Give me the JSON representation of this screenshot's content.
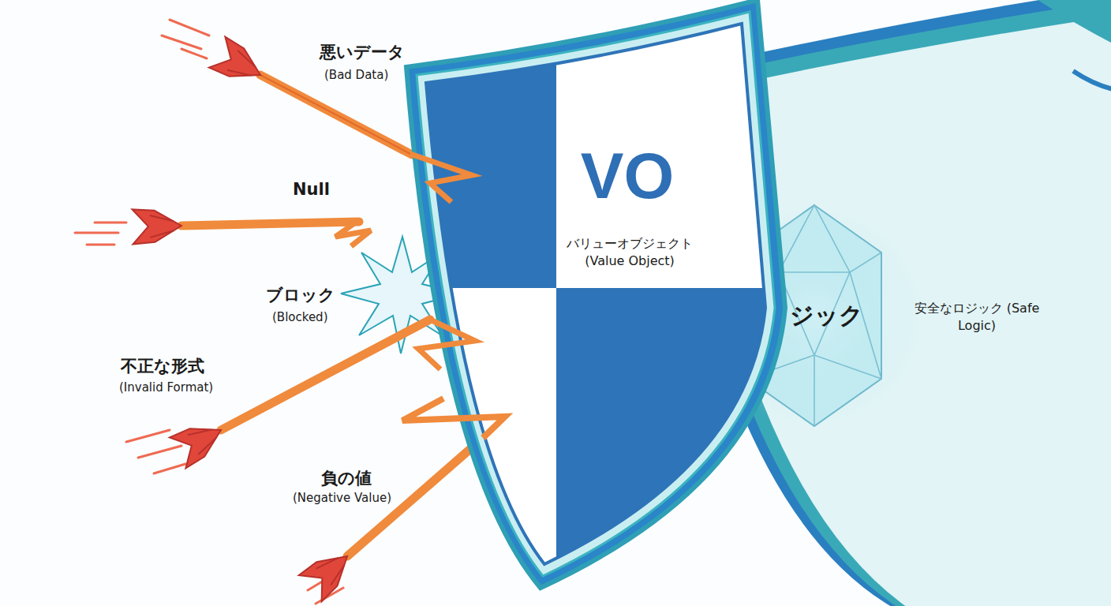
{
  "diagram": {
    "nodes": [
      {
        "text": [
          "VO",
          "バリューオブジェクト (Value Object)"
        ]
      },
      {
        "text": [
          "安全なロジック (Safe Logic)"
        ]
      },
      {
        "text": [
          "ロジック"
        ],
        "in": 1
      }
    ],
    "labels": [
      "悪いデータ",
      "(Bad Data)",
      "Null",
      "ブロック",
      "(Blocked)",
      "不正な形式",
      "(Invalid Format)",
      "負の値",
      "(Negative Value)"
    ]
  }
}
